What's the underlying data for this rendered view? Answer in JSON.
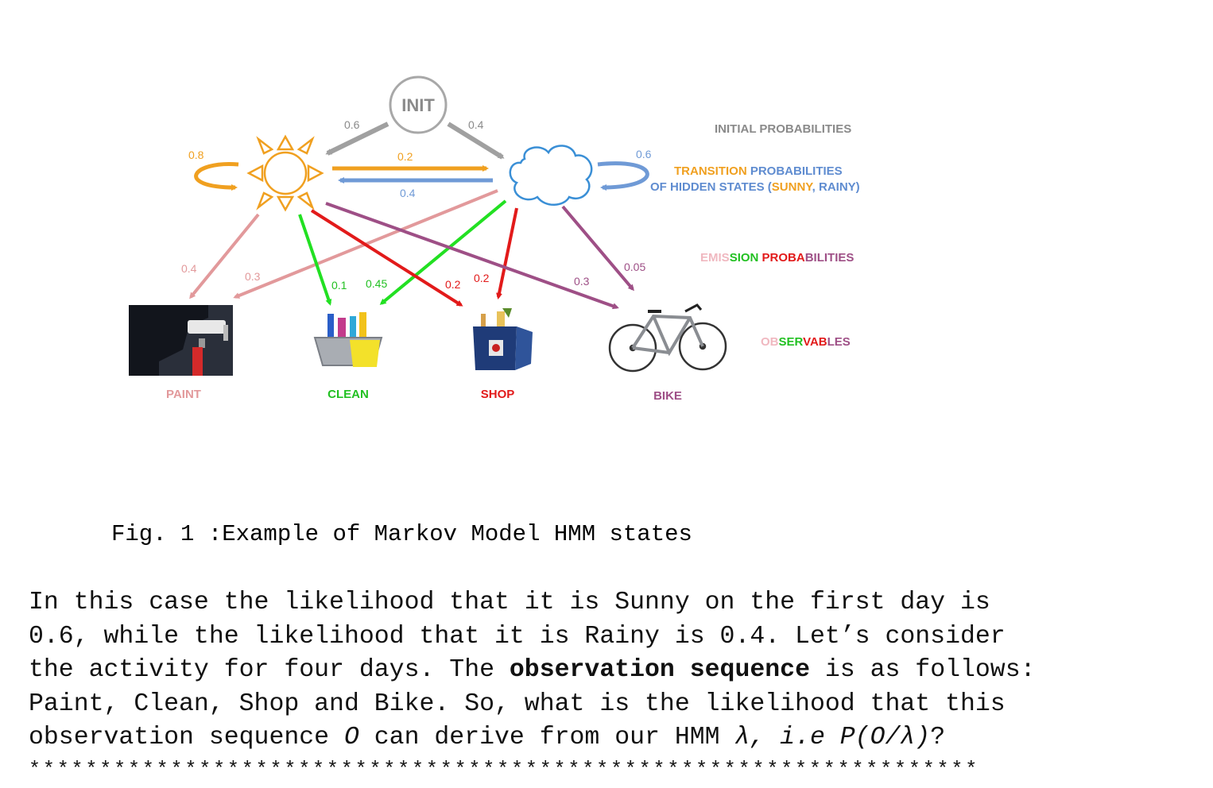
{
  "diagram": {
    "init_label": "INIT",
    "states": [
      {
        "id": "sunny",
        "icon": "sun-icon",
        "color": "#f0a020"
      },
      {
        "id": "rainy",
        "icon": "cloud-icon",
        "color": "#3a8fd6"
      }
    ],
    "edge_labels": {
      "init_to_sunny": "0.6",
      "init_to_rainy": "0.4",
      "sunny_self": "0.8",
      "sunny_to_rainy": "0.2",
      "rainy_to_sunny": "0.4",
      "rainy_self": "0.6",
      "sunny_paint": "0.4",
      "rainy_paint": "0.3",
      "sunny_clean": "0.1",
      "rainy_clean": "0.45",
      "sunny_shop": "0.2",
      "rainy_shop": "0.2",
      "sunny_bike": "0.3",
      "rainy_bike": "0.05"
    },
    "observables": [
      {
        "label": "PAINT",
        "icon": "paint-roller-icon",
        "color": "#e2999b"
      },
      {
        "label": "CLEAN",
        "icon": "cleaning-basket-icon",
        "color": "#22c022"
      },
      {
        "label": "SHOP",
        "icon": "shopping-bag-icon",
        "color": "#e21a1a"
      },
      {
        "label": "BIKE",
        "icon": "bicycle-icon",
        "color": "#9e4f86"
      }
    ],
    "legend": {
      "initial": "INITIAL PROBABILITIES",
      "transition_1a": "TRANSITION",
      "transition_1b": " PROBABILITIES",
      "transition_2a": "OF HIDDEN STATES (",
      "transition_sunny": "SUNNY",
      "transition_comma": ", ",
      "transition_rainy": "RAINY",
      "transition_close": ")",
      "emission_a": "EMIS",
      "emission_b": "SION",
      "emission_c": " PROBA",
      "emission_d": "BILITIES",
      "observables_a": "OB",
      "observables_b": "SER",
      "observables_c": "VAB",
      "observables_d": "LES"
    },
    "colors": {
      "gray": "#a0a0a0",
      "orange": "#f0a020",
      "blue": "#6f9ad6",
      "pink": "#e2999b",
      "green": "#22e022",
      "red": "#e21a1a",
      "purple": "#9e4f86"
    }
  },
  "caption": "Fig. 1 :Example of Markov Model HMM states",
  "paragraph": {
    "line1": "In this case the likelihood that it is Sunny on the first day is",
    "line2": "0.6, while the likelihood that it is Rainy is 0.4. Let’s consider",
    "line3_a": "the activity for four days. The ",
    "line3_b": "observation sequence",
    "line3_c": " is as follows:",
    "line4": "Paint, Clean, Shop and Bike. So, what is the likelihood that this",
    "line5_a": "observation sequence ",
    "line5_b": "O",
    "line5_c": " can derive from our HMM ",
    "line5_d": "λ, i.e P(O/λ)",
    "line5_e": "?"
  },
  "separator": "*******************************************************************"
}
